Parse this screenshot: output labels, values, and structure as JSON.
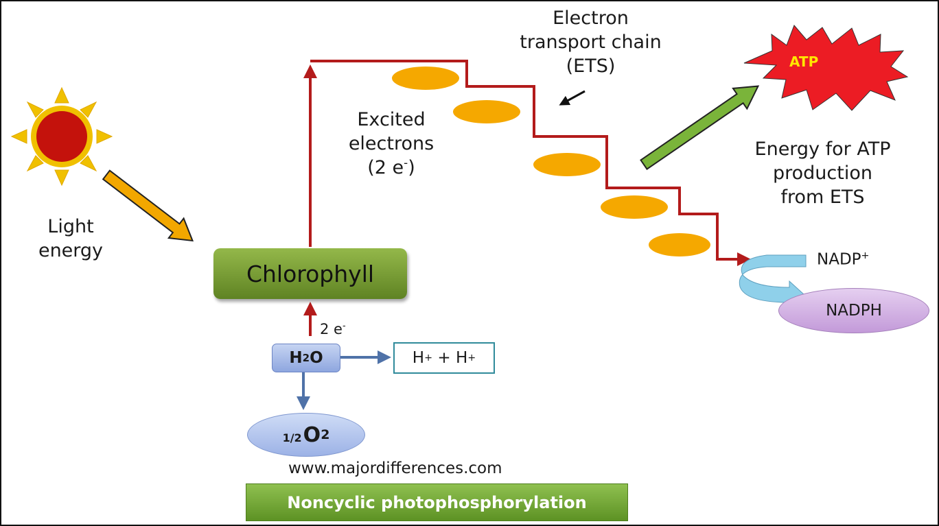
{
  "labels": {
    "ets_line1": "Electron",
    "ets_line2": "transport chain",
    "ets_line3": "(ETS)",
    "excited_line1": "Excited",
    "excited_line2": "electrons",
    "excited_line3": "(2 e",
    "excited_sup": "-",
    "excited_close": ")",
    "light_line1": "Light",
    "light_line2": "energy",
    "chlorophyll": "Chlorophyll",
    "two_e": "2 e",
    "two_e_sup": "-",
    "h2o_h": "H",
    "h2o_sub": "2",
    "h2o_o": "O",
    "hplus_h1": "H",
    "hplus_plus1": "+",
    "hplus_mid": " + H",
    "hplus_plus2": "+",
    "oxygen_frac": "1/2",
    "oxygen_o": "O",
    "oxygen_sub": "2",
    "website": "www.majordifferences.com",
    "title": "Noncyclic photophosphorylation",
    "atp": "ATP",
    "energy_line1": "Energy for ATP",
    "energy_line2": "production",
    "energy_line3": "from ETS",
    "nadp": "NADP",
    "nadp_sup": "+",
    "nadph": "NADPH"
  },
  "colors": {
    "electron_path": "#b31b1b",
    "carrier": "#f5a800",
    "sun_body": "#c4120c",
    "sun_rays": "#f0c000",
    "light_arrow": "#f2a700",
    "atp_arrow": "#7ab43a",
    "atp_burst": "#ec1c24",
    "blue_arrow": "#4f72a8",
    "nadp_arrow": "#8fd0ea"
  },
  "icons": {
    "sun": "sun-icon",
    "atp_burst": "explosion-burst-icon"
  }
}
